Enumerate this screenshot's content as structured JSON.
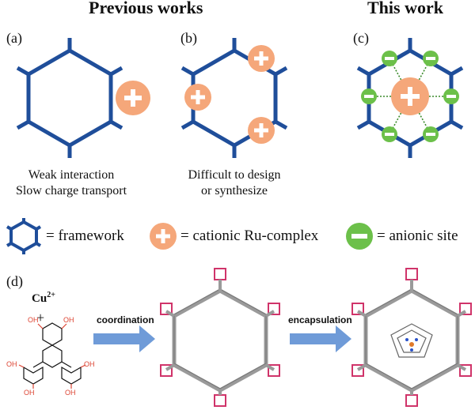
{
  "headings": {
    "previous": "Previous works",
    "current": "This work"
  },
  "panels": {
    "a": "(a)",
    "b": "(b)",
    "c": "(c)",
    "d": "(d)"
  },
  "captions": {
    "a_line1": "Weak interaction",
    "a_line2": "Slow charge transport",
    "b_line1": "Difficult to design",
    "b_line2": "or synthesize"
  },
  "legend": {
    "framework": "= framework",
    "cation": "= cationic Ru-complex",
    "anion": "= anionic site"
  },
  "scheme": {
    "reagent_ion": "Cu",
    "reagent_charge": "2+",
    "plus": "+",
    "hydroxyl": "OH",
    "step1": "coordination",
    "step2": "encapsulation"
  },
  "colors": {
    "framework": "#1f4e9a",
    "cation": "#f5a77a",
    "anion": "#6cc04a",
    "arrow": "#6f9bd8"
  }
}
